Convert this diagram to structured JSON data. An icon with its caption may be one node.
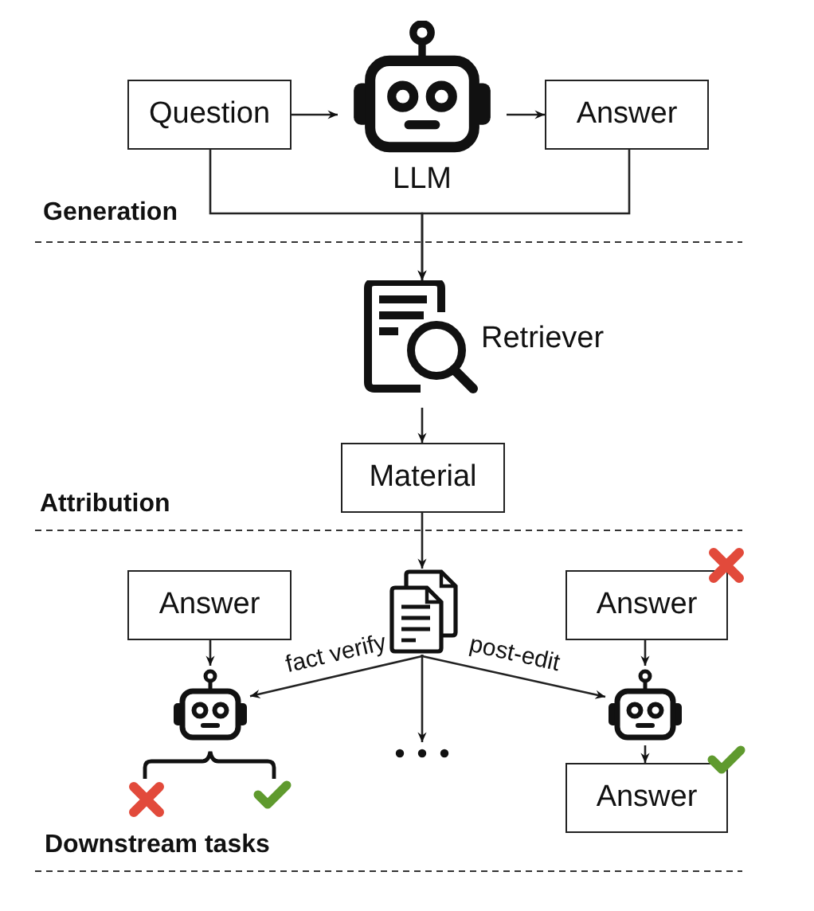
{
  "diagram": {
    "nodes": [
      {
        "text": [
          "Question"
        ]
      },
      {
        "text": [
          "LLM"
        ]
      },
      {
        "text": [
          "Answer"
        ]
      },
      {
        "text": [
          "Retriever"
        ]
      },
      {
        "text": [
          "Material"
        ]
      },
      {
        "text": [],
        "shape": "picture"
      },
      {
        "text": [
          "Answer"
        ]
      },
      {
        "text": [],
        "shape": "picture"
      },
      {
        "text": [],
        "shape": "dots"
      },
      {
        "text": [
          "Answer"
        ]
      },
      {
        "text": [],
        "shape": "picture"
      },
      {
        "text": [
          "Answer"
        ]
      }
    ],
    "edges": [
      {
        "from": 0,
        "to": 1,
        "arrow": "to"
      },
      {
        "from": 1,
        "to": 2,
        "arrow": "to"
      },
      {
        "from": 0,
        "to": 3,
        "arrow": "to"
      },
      {
        "from": 2,
        "to": 3,
        "arrow": "to"
      },
      {
        "from": 3,
        "to": 4,
        "arrow": "to"
      },
      {
        "from": 4,
        "to": 5,
        "arrow": "to"
      },
      {
        "from": 6,
        "to": 7,
        "arrow": "to"
      },
      {
        "from": 5,
        "to": 7,
        "arrow": "to",
        "label": "fact verify"
      },
      {
        "from": 5,
        "to": 8,
        "arrow": "to"
      },
      {
        "from": 5,
        "to": 10,
        "arrow": "to",
        "label": "post-edit"
      },
      {
        "from": 9,
        "to": 10,
        "arrow": "to"
      },
      {
        "from": 10,
        "to": 11,
        "arrow": "to"
      }
    ],
    "labels": [
      "Generation",
      "Attribution",
      "Downstream tasks"
    ]
  }
}
